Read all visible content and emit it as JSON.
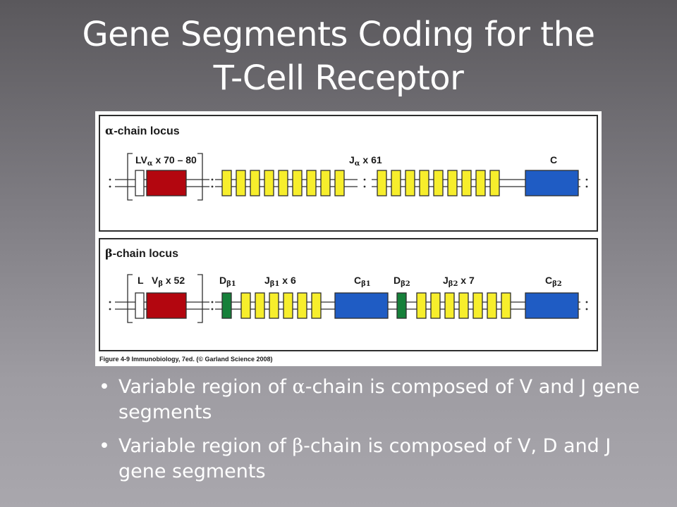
{
  "slide": {
    "title_line1": "Gene Segments Coding for the",
    "title_line2": "T-Cell Receptor"
  },
  "figure": {
    "alpha": {
      "heading_greek": "α",
      "heading_rest": "-chain locus",
      "lv_label": "LV",
      "lv_sub": "α",
      "lv_count": " x 70 – 80",
      "j_label": "J",
      "j_sub": "α",
      "j_count": " x 61",
      "c_label": "C"
    },
    "beta": {
      "heading_greek": "β",
      "heading_rest": "-chain locus",
      "l_label": "L",
      "v_label": "V",
      "v_sub": "β",
      "v_count": " x 52",
      "d1_label": "D",
      "d1_sub": "β1",
      "j1_label": "J",
      "j1_sub": "β1",
      "j1_count": " x 6",
      "c1_label": "C",
      "c1_sub": "β1",
      "d2_label": "D",
      "d2_sub": "β2",
      "j2_label": "J",
      "j2_sub": "β2",
      "j2_count": " x 7",
      "c2_label": "C",
      "c2_sub": "β2"
    },
    "caption": "Figure 4-9 Immunobiology, 7ed. (© Garland Science 2008)",
    "colors": {
      "v_segment": "#b3060f",
      "j_segment": "#f7ee2c",
      "c_segment": "#1f5cc4",
      "d_segment": "#16803a",
      "frame": "#2e2e2e"
    }
  },
  "bullets": [
    {
      "symbol": "•",
      "before": "Variable region of ",
      "greek": "α",
      "after": "-chain is composed of V and J gene segments"
    },
    {
      "symbol": "•",
      "before": "Variable region of ",
      "greek": "β",
      "after": "-chain is composed of V, D and J gene segments"
    }
  ]
}
